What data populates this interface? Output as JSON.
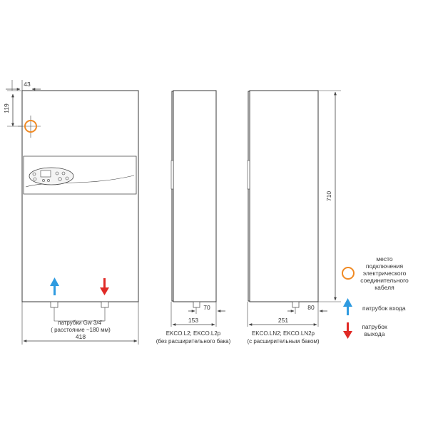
{
  "dimensions": {
    "top_offset": "43",
    "left_offset": "119",
    "height": "710",
    "front_width": "418",
    "side1_width": "153",
    "side1_pipe": "70",
    "side2_width": "251",
    "side2_pipe": "80"
  },
  "captions": {
    "front_line1": "патрубки Gw 3/4\"",
    "front_line2": "( расстояние ~180 мм)",
    "side1_line1": "EKCO.L2; EKCO.L2p",
    "side1_line2": "(без расширительного бака)",
    "side2_line1": "EKCO.LN2; EKCO.LN2p",
    "side2_line2": "(с расширительным баком)"
  },
  "legend": {
    "connection_lines": [
      "место",
      "подключения",
      "электрического",
      "соединительного",
      "кабеля"
    ],
    "inlet_lines": [
      "патрубок входа"
    ],
    "outlet_lines": [
      "патрубок",
      "выхода"
    ]
  },
  "colors": {
    "connection_marker": "#f08a24",
    "inlet_arrow": "#2f9be0",
    "outlet_arrow": "#e02a26",
    "outline": "#3a3a3a"
  }
}
